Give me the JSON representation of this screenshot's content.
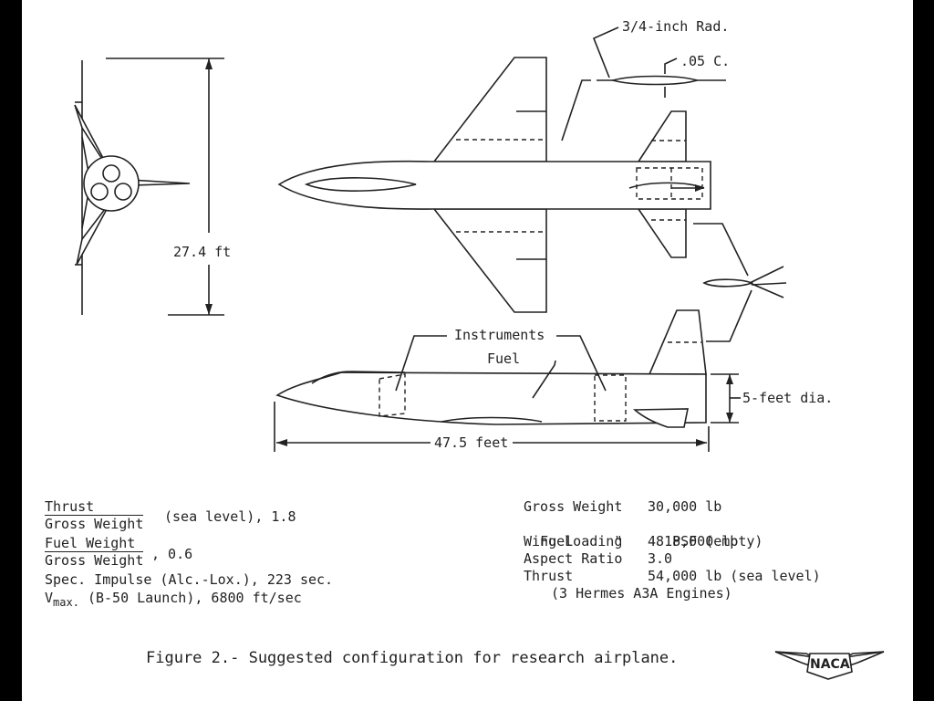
{
  "diagram": {
    "dims": {
      "height": "27.4 ft",
      "length": "47.5 feet",
      "diameter": "5-feet dia.",
      "edge_radius": "3/4-inch Rad.",
      "thickness": ".05 C."
    },
    "labels": {
      "instruments": "Instruments",
      "fuel": "Fuel"
    }
  },
  "ratios": {
    "thrust_ratio": {
      "numerator": "Thrust",
      "denominator": "Gross Weight",
      "value": "(sea level), 1.8"
    },
    "fuel_ratio": {
      "numerator": "Fuel Weight",
      "denominator": "Gross Weight",
      "value": ", 0.6"
    },
    "impulse": "Spec. Impulse (Alc.-Lox.), 223 sec.",
    "vmax": {
      "symbol": "V",
      "subscript": "max.",
      "text": "(B-50 Launch), 6800 ft/sec"
    }
  },
  "specs": [
    {
      "key": "Gross Weight",
      "value": "30,000 lb"
    },
    {
      "key": "Fuel     \"",
      "value": "18,000 lb"
    },
    {
      "key": "Wing Loading",
      "value": "48 PSF (empty)"
    },
    {
      "key": "Aspect Ratio",
      "value": "3.0"
    },
    {
      "key": "Thrust",
      "value": "54,000 lb (sea level)"
    }
  ],
  "engines_note": "(3 Hermes A3A Engines)",
  "caption": "Figure 2.- Suggested configuration for research airplane.",
  "logo_text": "NACA"
}
